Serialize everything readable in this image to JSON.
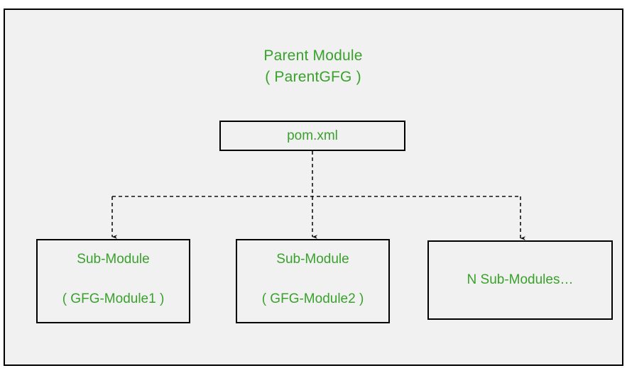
{
  "diagram": {
    "title": {
      "line1": "Parent Module",
      "line2": "( ParentGFG )"
    },
    "root_node": {
      "label": "pom.xml"
    },
    "children": [
      {
        "line1": "Sub-Module",
        "line2": "( GFG-Module1 )"
      },
      {
        "line1": "Sub-Module",
        "line2": "( GFG-Module2 )"
      },
      {
        "line1": "N Sub-Modules…",
        "line2": ""
      }
    ],
    "colors": {
      "text_green": "#39a12c",
      "stroke": "#000000",
      "panel_background": "#f1f1f1",
      "page_background": "#ffffff"
    },
    "connectors": {
      "style": "dashed",
      "arrowheads": 3
    }
  }
}
